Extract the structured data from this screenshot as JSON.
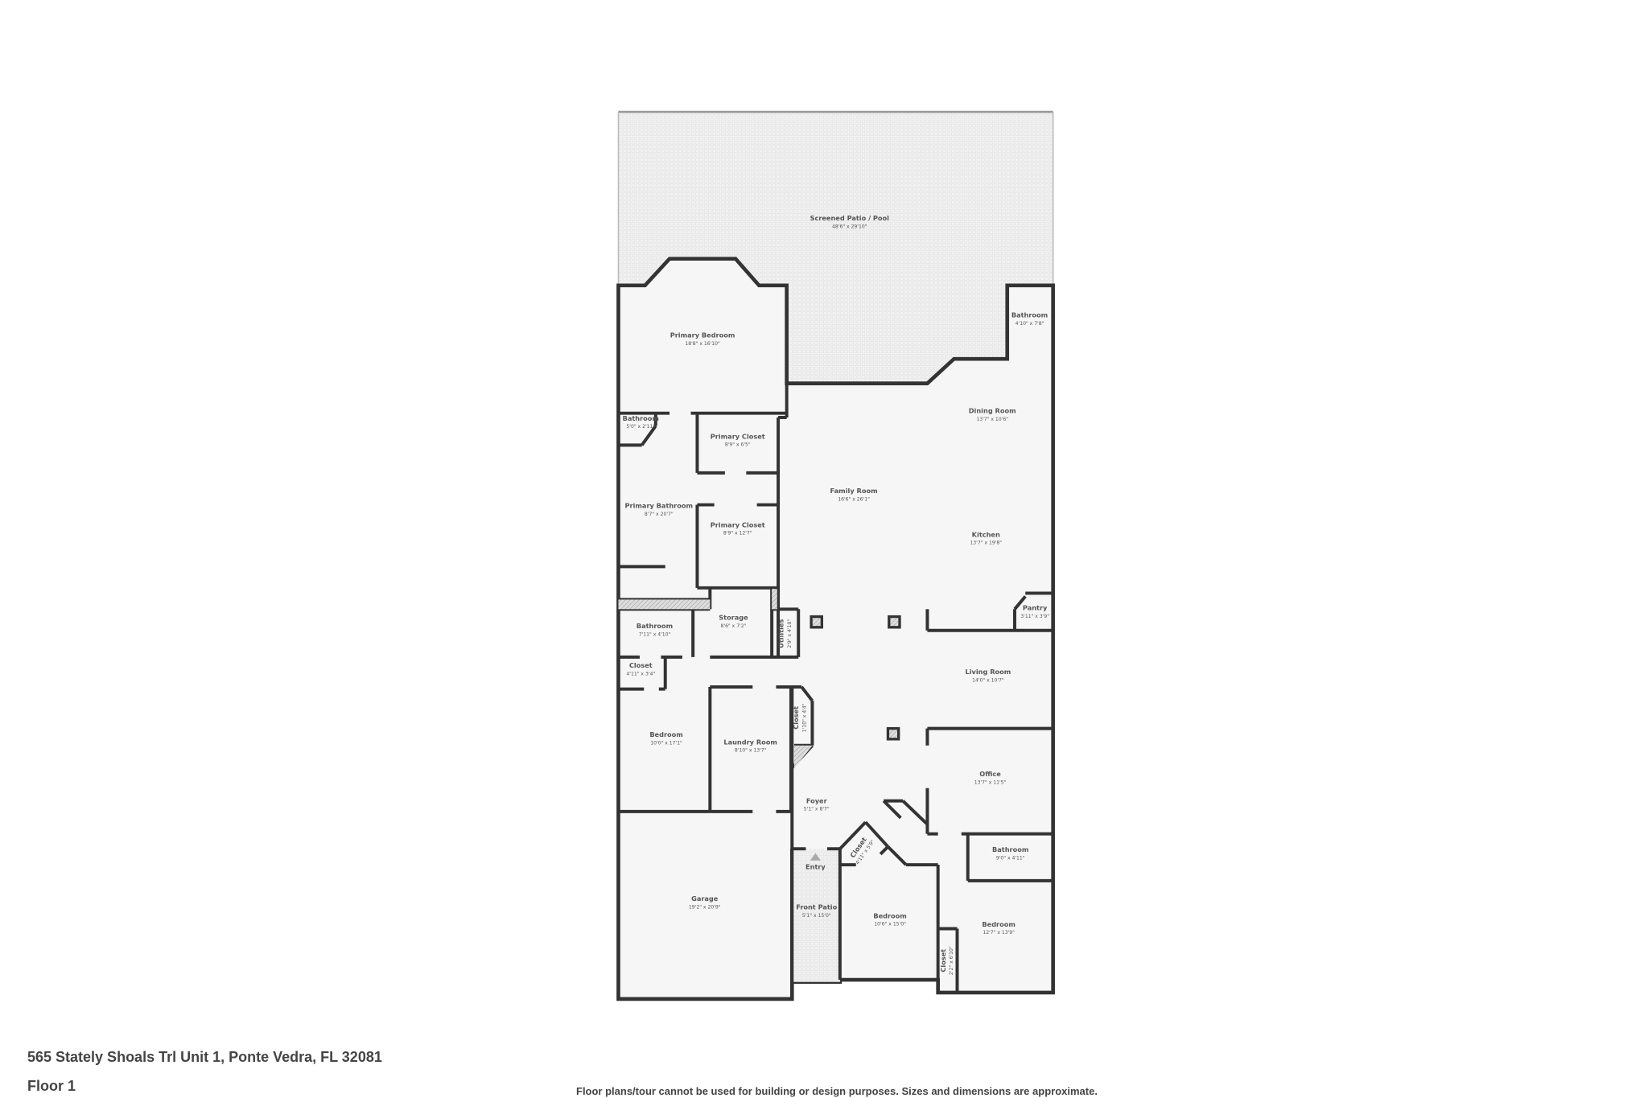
{
  "address": "565 Stately Shoals Trl Unit 1, Ponte Vedra, FL 32081",
  "floor": "Floor 1",
  "disclaimer": "Floor plans/tour cannot be used for building or design purposes. Sizes and dimensions are approximate.",
  "colors": {
    "wall": "#333333",
    "floor": "#f6f6f6",
    "text": "#555555",
    "patio": "#efefef"
  },
  "entry_icon": "triangle-up-icon",
  "rooms": [
    {
      "name": "Screened Patio / Pool",
      "dims": "48'6\" x 29'10\""
    },
    {
      "name": "Primary Bedroom",
      "dims": "18'8\" x 16'10\""
    },
    {
      "name": "Bathroom",
      "dims": "4'10\" x 7'8\""
    },
    {
      "name": "Dining Room",
      "dims": "13'7\" x 10'6\""
    },
    {
      "name": "Bathroom",
      "dims": "5'0\" x 2'11\""
    },
    {
      "name": "Primary Closet",
      "dims": "8'9\" x 6'5\""
    },
    {
      "name": "Family Room",
      "dims": "16'6\" x 26'1\""
    },
    {
      "name": "Primary Bathroom",
      "dims": "8'7\" x 20'7\""
    },
    {
      "name": "Primary Closet",
      "dims": "8'9\" x 12'7\""
    },
    {
      "name": "Kitchen",
      "dims": "13'7\" x 19'8\""
    },
    {
      "name": "Pantry",
      "dims": "3'11\" x 3'9\""
    },
    {
      "name": "Storage",
      "dims": "8'6\" x 7'2\""
    },
    {
      "name": "Bathroom",
      "dims": "7'11\" x 4'10\""
    },
    {
      "name": "Utilities",
      "dims": "2'9\" x 4'10\""
    },
    {
      "name": "Closet",
      "dims": "4'11\" x 3'4\""
    },
    {
      "name": "Living Room",
      "dims": "14'0\" x 10'7\""
    },
    {
      "name": "Closet",
      "dims": "1'10\" x 4'4\""
    },
    {
      "name": "Bedroom",
      "dims": "10'0\" x 17'1\""
    },
    {
      "name": "Laundry Room",
      "dims": "8'10\" x 13'7\""
    },
    {
      "name": "Office",
      "dims": "13'7\" x 11'5\""
    },
    {
      "name": "Foyer",
      "dims": "5'1\" x 8'7\""
    },
    {
      "name": "Closet",
      "dims": "1'10\" x 4'4\"",
      "label_only": true
    },
    {
      "name": "Closet",
      "dims": "4'11\" x 5'9\""
    },
    {
      "name": "Bathroom",
      "dims": "9'0\" x 4'11\""
    },
    {
      "name": "Entry",
      "dims": ""
    },
    {
      "name": "Garage",
      "dims": "19'2\" x 20'9\""
    },
    {
      "name": "Front Patio",
      "dims": "5'1\" x 15'0\""
    },
    {
      "name": "Bedroom",
      "dims": "10'6\" x 15'0\""
    },
    {
      "name": "Bedroom",
      "dims": "12'7\" x 13'9\""
    },
    {
      "name": "Closet",
      "dims": "2'2\" x 6'10\""
    }
  ]
}
